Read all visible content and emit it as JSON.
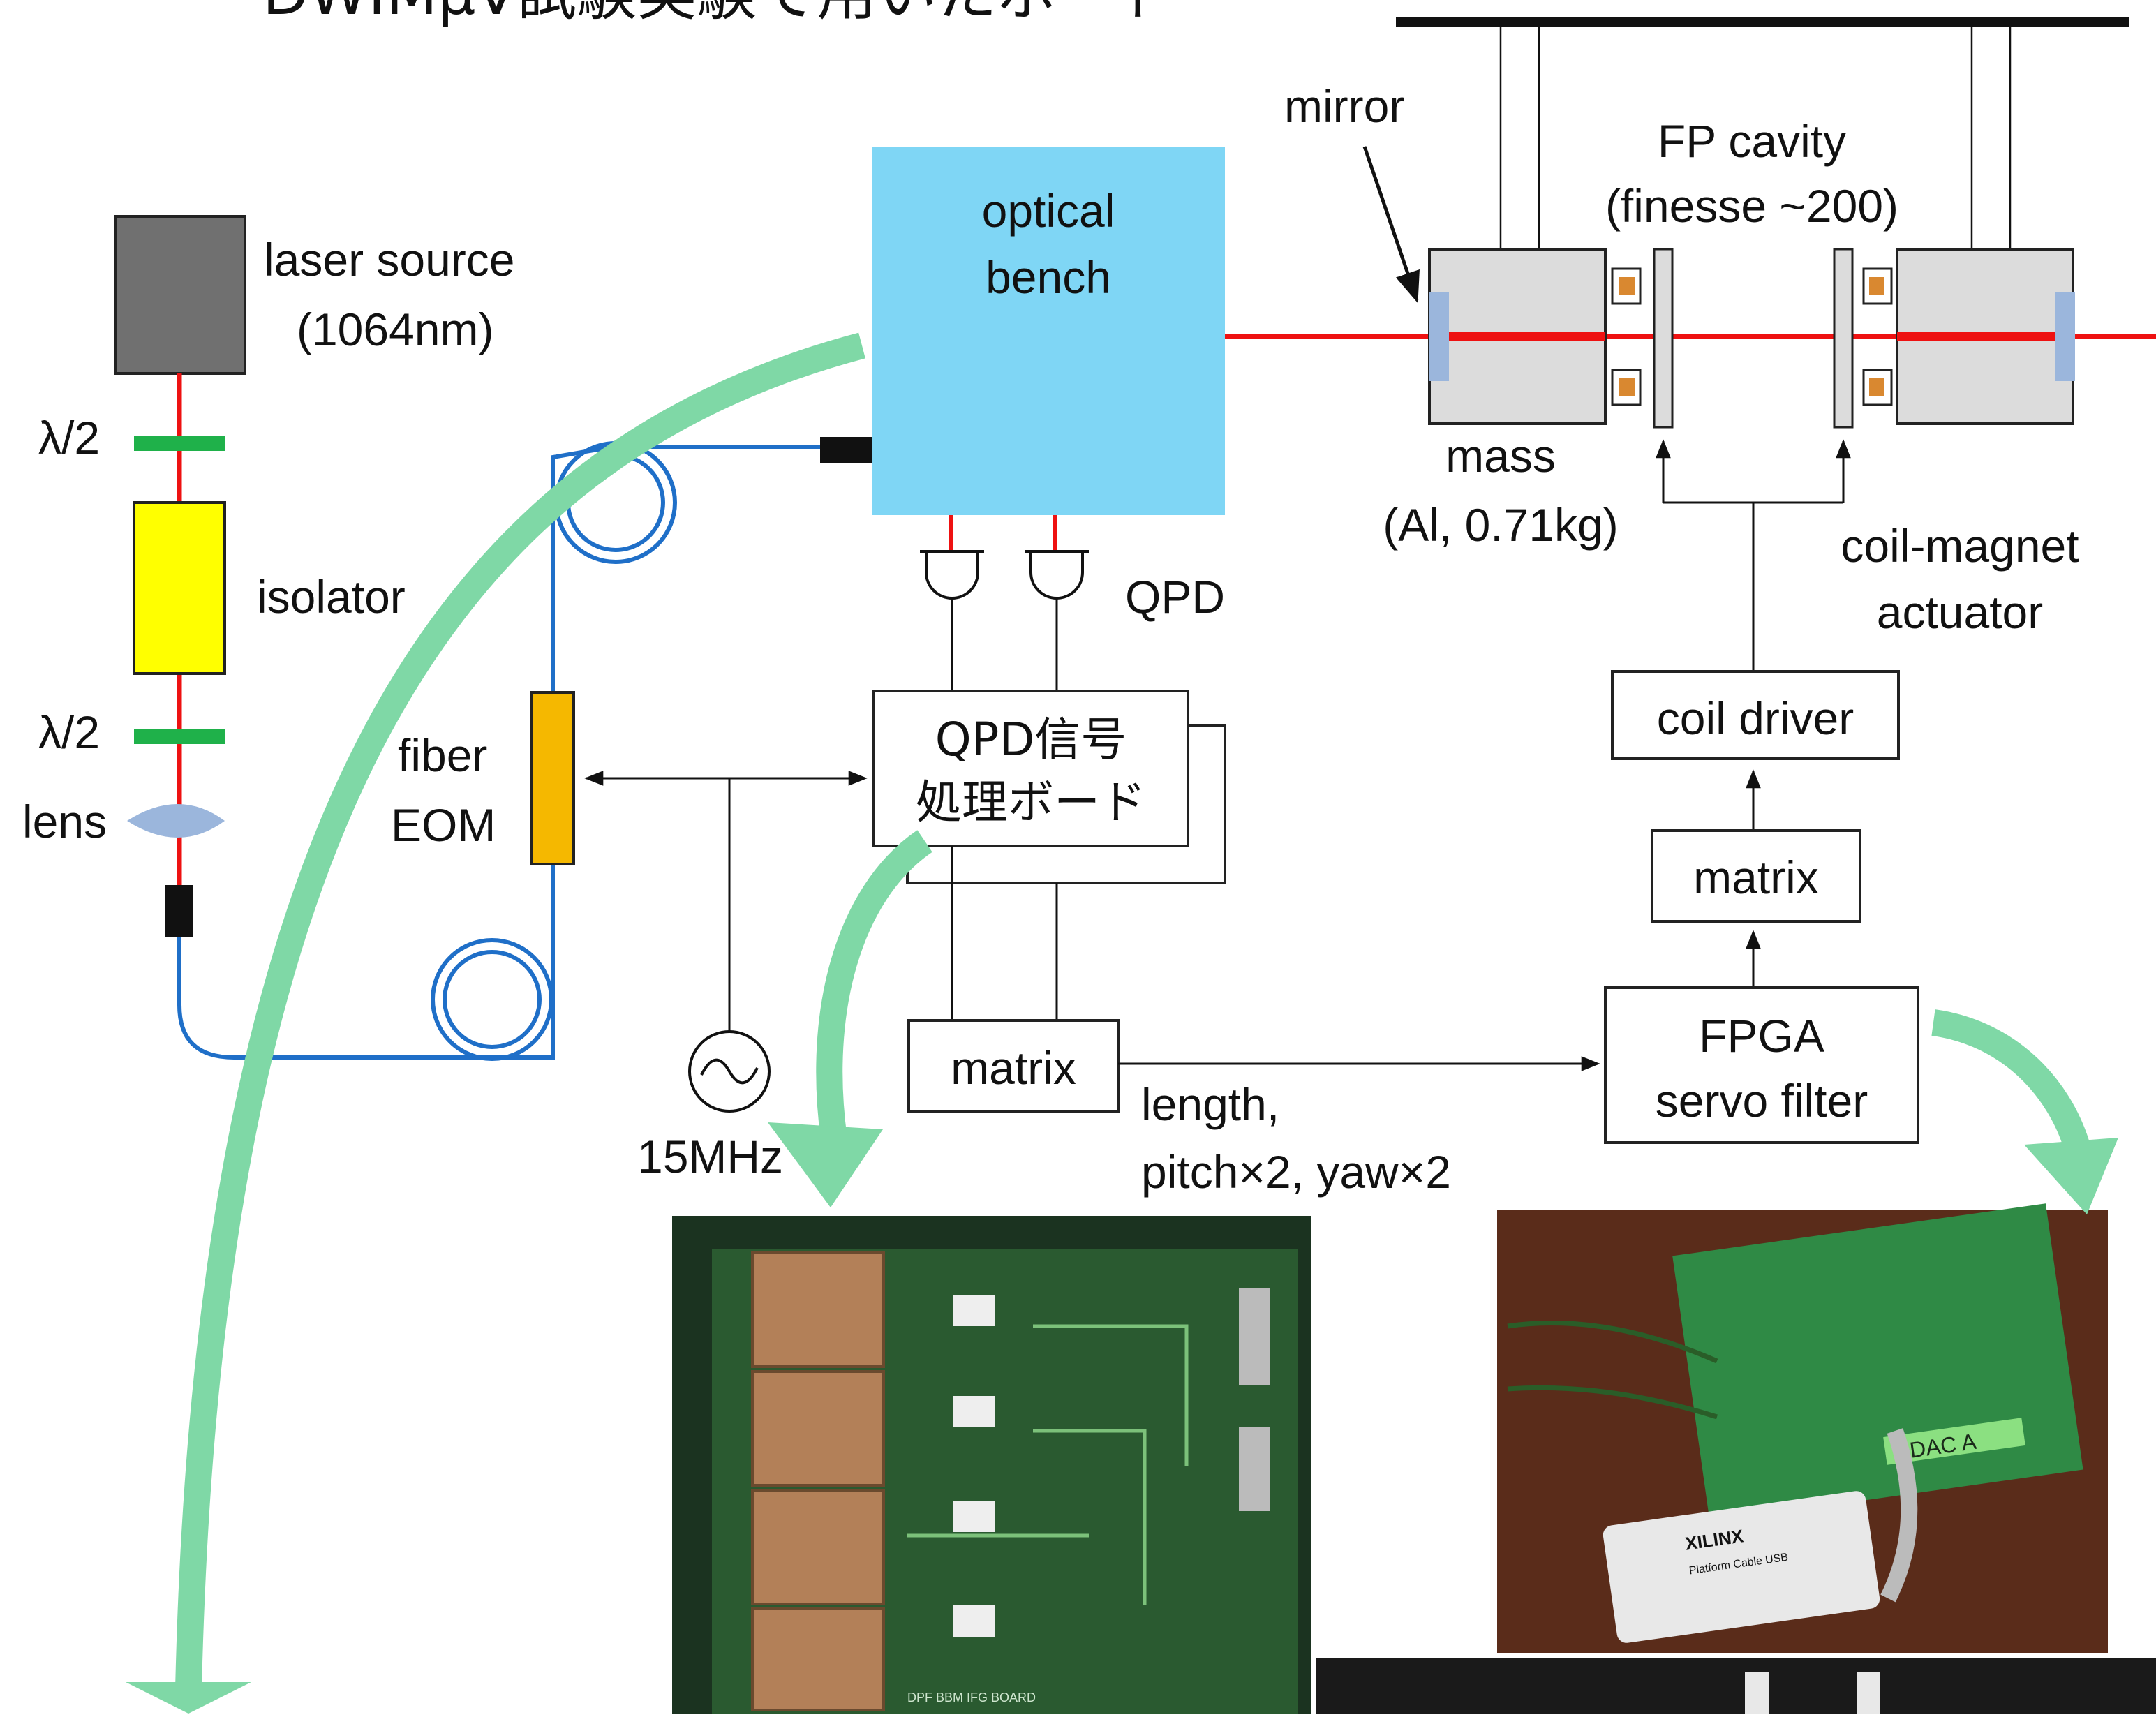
{
  "title_fragment": "・DWIMμV試験実験で用いたボード",
  "labels": {
    "laser_source": "laser source",
    "laser_wavelength": "(1064nm)",
    "half_wave_plate_top": "λ/2",
    "isolator": "isolator",
    "half_wave_plate_bottom": "λ/2",
    "lens": "lens",
    "fiber": "fiber",
    "eom": "EOM",
    "optical_bench_line1": "optical",
    "optical_bench_line2": "bench",
    "qpd": "QPD",
    "qpd_board_line1": "QPD信号",
    "qpd_board_line2": "処理ボード",
    "oscillator_freq": "15MHz",
    "matrix_left": "matrix",
    "signals_line1": "length,",
    "signals_line2": "pitch×2, yaw×2",
    "mirror": "mirror",
    "fp_cavity_line1": "FP cavity",
    "fp_cavity_line2": "(finesse ~200)",
    "mass_line1": "mass",
    "mass_line2": "(Al, 0.71kg)",
    "actuator_line1": "coil-magnet",
    "actuator_line2": "actuator",
    "coil_driver": "coil driver",
    "matrix_right": "matrix",
    "fpga_line1": "FPGA",
    "fpga_line2": "servo filter"
  },
  "photos": {
    "qpd_board_photo_print": "DPF BBM IFG BOARD",
    "fpga_photo_label": "DAC A",
    "xilinx_brand": "XILINX",
    "xilinx_product": "Platform Cable USB"
  },
  "colors": {
    "laser_beam": "#ee1111",
    "fiber": "#1f6fc8",
    "optical_bench": "#7fd6f5",
    "isolator": "#ffff00",
    "eom": "#f5b800",
    "waveplate": "#1fb14a",
    "flow_arrow": "#7fd8a6",
    "laser_box": "#707070",
    "mass": "#dcdcdc"
  }
}
